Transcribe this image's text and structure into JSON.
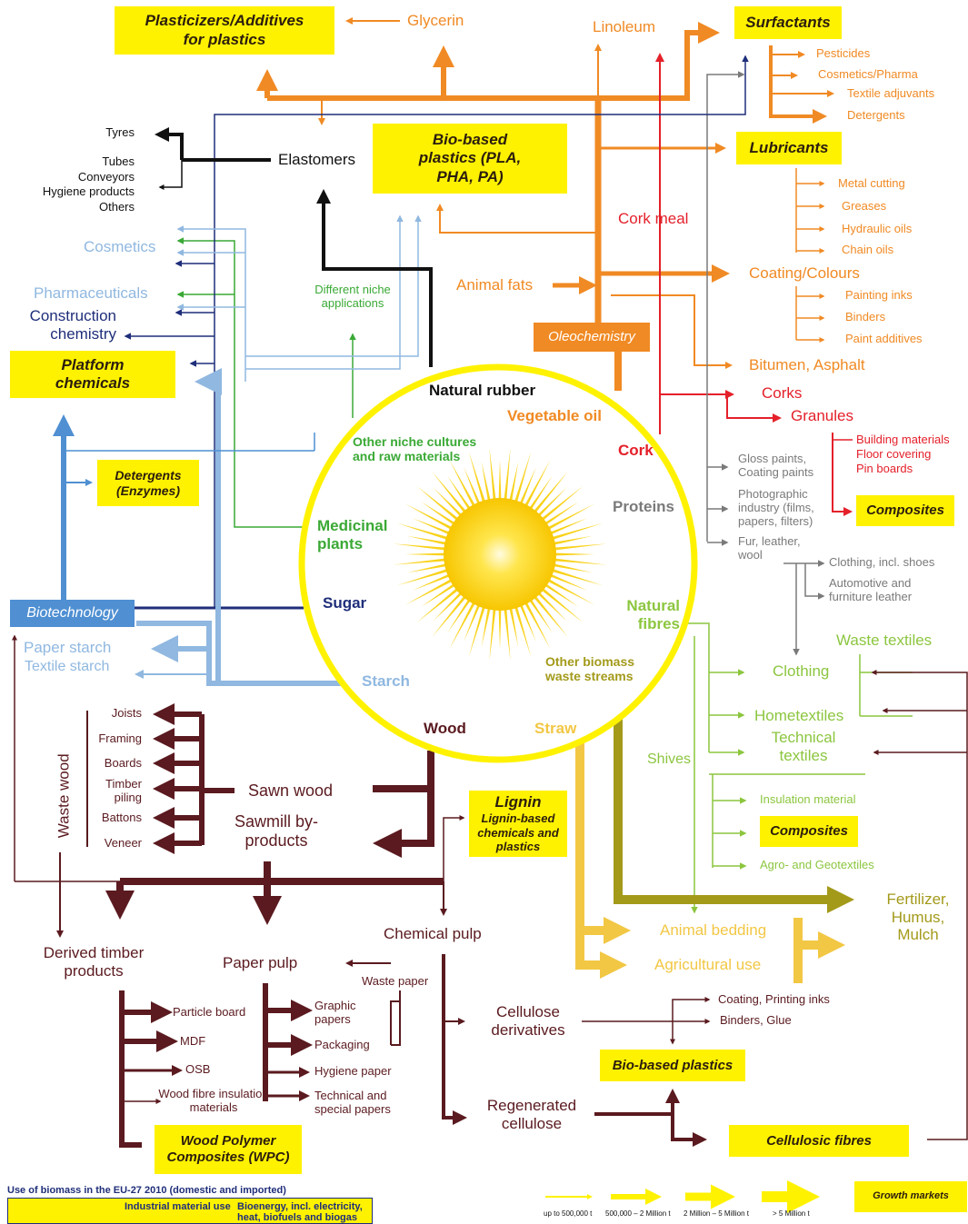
{
  "center": {
    "natural_rubber": "Natural rubber",
    "vegetable_oil": "Vegetable oil",
    "cork": "Cork",
    "other_niche": "Other niche cultures and raw materials",
    "proteins": "Proteins",
    "medicinal_plants": "Medicinal plants",
    "sugar": "Sugar",
    "natural_fibres": "Natural fibres",
    "other_biomass": "Other biomass waste streams",
    "starch": "Starch",
    "wood": "Wood",
    "straw": "Straw"
  },
  "boxes": {
    "plasticizers": "Plasticizers/Additives for plastics",
    "surfactants": "Surfactants",
    "biobased_plastics_top": "Bio-based plastics (PLA, PHA, PA)",
    "lubricants": "Lubricants",
    "oleochemistry": "Oleochemistry",
    "platform_chemicals": "Platform chemicals",
    "detergents_enzymes": "Detergents (Enzymes)",
    "biotechnology": "Biotechnology",
    "composites_cork": "Composites",
    "composites_fibres": "Composites",
    "lignin_title": "Lignin",
    "lignin_sub": "Lignin-based chemicals and plastics",
    "biobased_plastics_bottom": "Bio-based plastics",
    "wpc": "Wood Polymer Composites (WPC)",
    "cellulosic_fibres": "Cellulosic fibres",
    "growth_markets": "Growth markets"
  },
  "labels": {
    "glycerin": "Glycerin",
    "linoleum": "Linoleum",
    "pesticides": "Pesticides",
    "cosmetics_pharma": "Cosmetics/Pharma",
    "textile_adjuvants": "Textile adjuvants",
    "detergents": "Detergents",
    "tyres": "Tyres",
    "tubes": "Tubes",
    "conveyors": "Conveyors",
    "hygiene_products": "Hygiene products",
    "others": "Others",
    "elastomers": "Elastomers",
    "metal_cutting": "Metal cutting",
    "greases": "Greases",
    "hydraulic_oils": "Hydraulic oils",
    "chain_oils": "Chain oils",
    "cork_meal": "Cork meal",
    "cosmetics": "Cosmetics",
    "pharmaceuticals": "Pharmaceuticals",
    "construction_chemistry": "Construction chemistry",
    "different_niche": "Different niche applications",
    "animal_fats": "Animal fats",
    "coating_colours": "Coating/Colours",
    "painting_inks": "Painting inks",
    "binders": "Binders",
    "paint_additives": "Paint additives",
    "bitumen": "Bitumen, Asphalt",
    "corks": "Corks",
    "granules": "Granules",
    "building_materials": "Building materials",
    "floor_covering": "Floor covering",
    "pin_boards": "Pin boards",
    "gloss_paints": "Gloss paints, Coating paints",
    "photographic": "Photographic industry (films, papers, filters)",
    "fur_leather": "Fur, leather, wool",
    "clothing_shoes": "Clothing, incl. shoes",
    "automotive_leather": "Automotive and furniture leather",
    "waste_textiles": "Waste textiles",
    "clothing": "Clothing",
    "hometextiles": "Hometextiles",
    "technical_textiles": "Technical textiles",
    "shives": "Shives",
    "insulation_material": "Insulation material",
    "agro_geotextiles": "Agro- and Geotextiles",
    "fertilizer": "Fertilizer, Humus, Mulch",
    "animal_bedding": "Animal bedding",
    "agricultural_use": "Agricultural use",
    "paper_starch": "Paper starch",
    "textile_starch": "Textile starch",
    "waste_wood": "Waste wood",
    "joists": "Joists",
    "framing": "Framing",
    "boards": "Boards",
    "timber_piling": "Timber piling",
    "battons": "Battons",
    "veneer": "Veneer",
    "sawn_wood": "Sawn wood",
    "sawmill_byproducts": "Sawmill by-products",
    "chemical_pulp": "Chemical pulp",
    "derived_timber": "Derived timber products",
    "paper_pulp": "Paper pulp",
    "waste_paper": "Waste paper",
    "particle_board": "Particle board",
    "mdf": "MDF",
    "osb": "OSB",
    "wood_fibre_insulation": "Wood fibre insulation materials",
    "graphic_papers": "Graphic papers",
    "packaging": "Packaging",
    "hygiene_paper": "Hygiene paper",
    "technical_papers": "Technical and special papers",
    "cellulose_derivatives": "Cellulose derivatives",
    "coating_printing_inks": "Coating, Printing inks",
    "binders_glue": "Binders, Glue",
    "regenerated_cellulose": "Regenerated cellulose"
  },
  "legend": {
    "title": "Use of biomass in the EU-27 2010 (domestic and imported)",
    "col1": "Industrial material use",
    "col2": "Bioenergy, incl. electricity, heat, biofuels and biogas",
    "size1": "up to 500,000 t",
    "size2": "500,000 – 2 Million t",
    "size3": "2 Million – 5 Million t",
    "size4": "> 5 Million t"
  },
  "colors": {
    "orange": "#f08a24",
    "red": "#e4202a",
    "green": "#3aa935",
    "lime": "#8cc63f",
    "grey": "#7a7a7a",
    "navy": "#1f2e7a",
    "light_blue": "#90b8e0",
    "blue": "#4f8fd2",
    "brown": "#5a1a1f",
    "yellow": "#fff200",
    "straw": "#f2c744",
    "olive": "#a39a1a",
    "black": "#111111"
  }
}
